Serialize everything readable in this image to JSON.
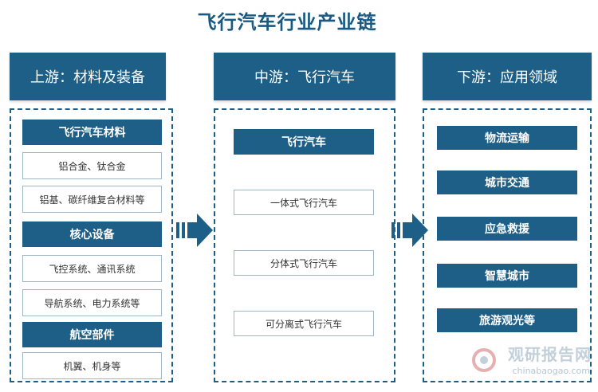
{
  "title": "飞行汽车行业产业链",
  "upstream": {
    "header": "上游：材料及装备",
    "groups": [
      {
        "category": "飞行汽车材料",
        "items": [
          "铝合金、钛合金",
          "铝基、碳纤维复合材料等"
        ]
      },
      {
        "category": "核心设备",
        "items": [
          "飞控系统、通讯系统",
          "导航系统、电力系统等"
        ]
      },
      {
        "category": "航空部件",
        "items": [
          "机翼、机身等"
        ]
      }
    ]
  },
  "midstream": {
    "header": "中游：飞行汽车",
    "category": "飞行汽车",
    "items": [
      "一体式飞行汽车",
      "分体式飞行汽车",
      "可分离式飞行汽车"
    ]
  },
  "downstream": {
    "header": "下游：应用领域",
    "items": [
      "物流运输",
      "城市交通",
      "应急救援",
      "智慧城市",
      "旅游观光等"
    ]
  },
  "watermark": {
    "name": "观研报告网",
    "url": "chinabaogao.com"
  }
}
